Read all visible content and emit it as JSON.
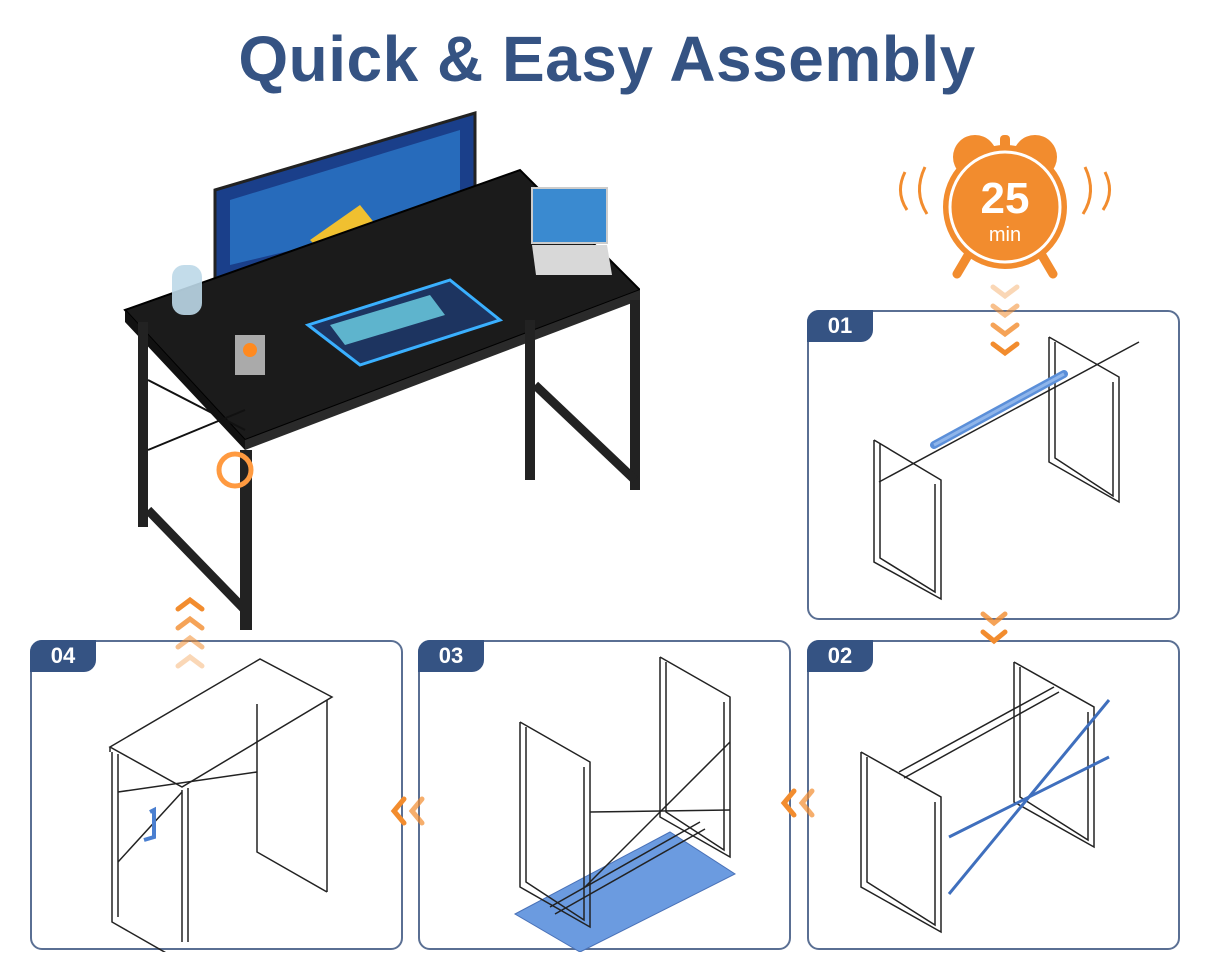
{
  "header": {
    "title": "Quick & Easy Assembly"
  },
  "timer": {
    "value": "25",
    "unit": "min",
    "icon": "alarm-clock-icon",
    "color": "#F28C2E"
  },
  "colors": {
    "title": "#355383",
    "badge": "#355383",
    "panel_border": "#5A6F93",
    "arrow": "#F28C2E",
    "highlight_part": "#5B8FD9"
  },
  "steps": [
    {
      "number": "01"
    },
    {
      "number": "02"
    },
    {
      "number": "03"
    },
    {
      "number": "04"
    }
  ]
}
